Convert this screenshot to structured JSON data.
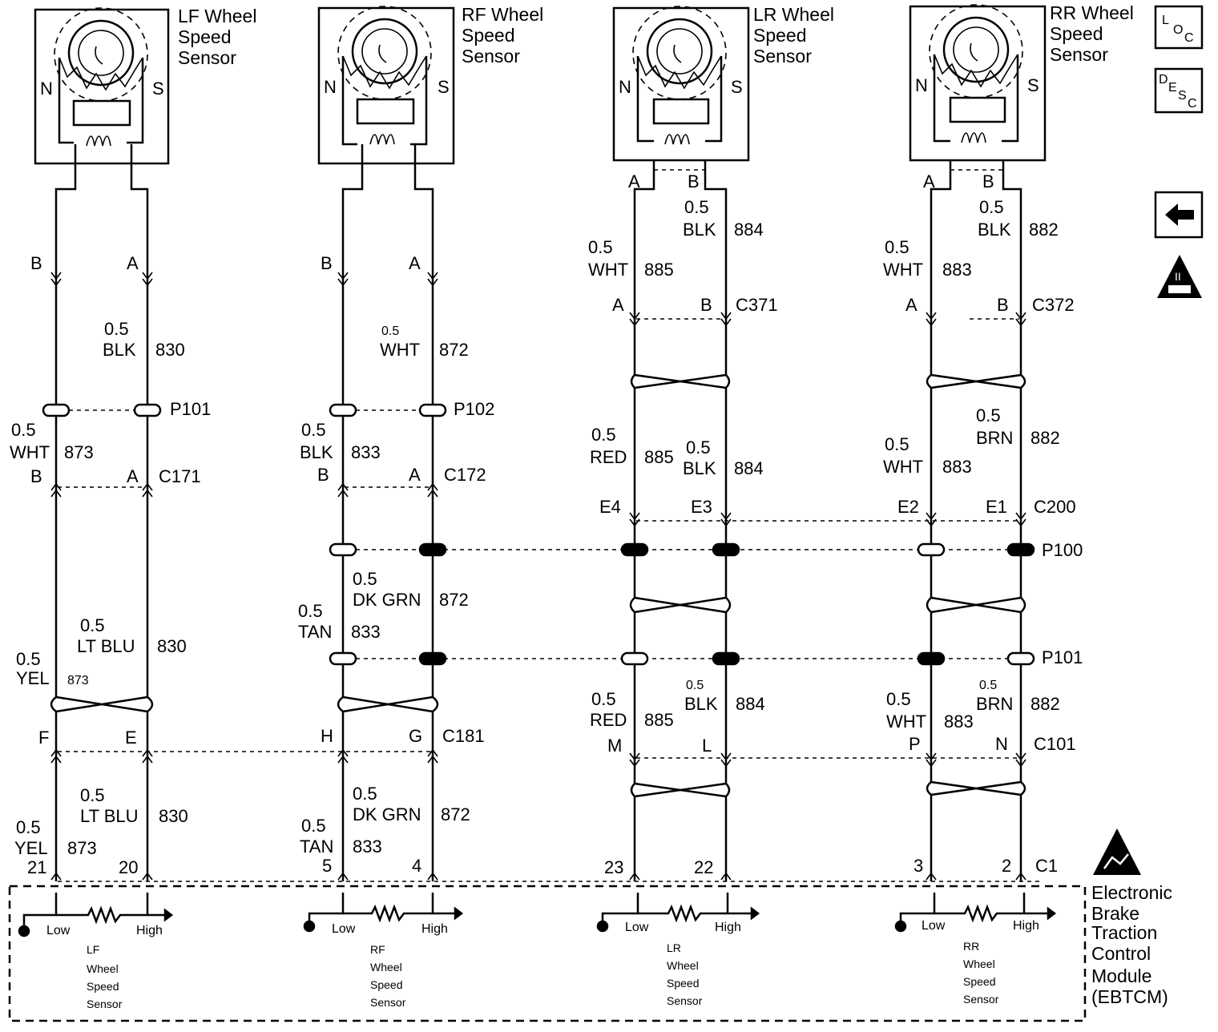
{
  "sensors": {
    "lf": [
      "LF Wheel",
      "Speed",
      "Sensor"
    ],
    "rf": [
      "RF Wheel",
      "Speed",
      "Sensor"
    ],
    "lr": [
      "LR Wheel",
      "Speed",
      "Sensor"
    ],
    "rr": [
      "RR Wheel",
      "Speed",
      "Sensor"
    ],
    "pole_n": "N",
    "pole_s": "S"
  },
  "side_icons": {
    "loc": [
      "L",
      "O",
      "C"
    ],
    "desc": [
      "D",
      "E",
      "S",
      "C"
    ],
    "back_arrow": "arrow-left-icon",
    "warning": "II"
  },
  "lf": {
    "pin_b": "B",
    "pin_a": "A",
    "w1_gauge": "0.5",
    "w1_color": "BLK",
    "w1_circuit": "830",
    "p101": "P101",
    "w2_gauge": "0.5",
    "w2_color": "WHT",
    "w2_circuit": "873",
    "c171_b": "B",
    "c171_a": "A",
    "c171": "C171",
    "w3_gauge": "0.5",
    "w3_color": "LT BLU",
    "w3_circuit": "830",
    "w4_gauge": "0.5",
    "w4_color": "YEL",
    "w4_circuit": "873",
    "c181_f": "F",
    "c181_e": "E",
    "w5_gauge": "0.5",
    "w5_color": "LT BLU",
    "w5_circuit": "830",
    "w6_gauge": "0.5",
    "w6_color": "YEL",
    "w6_circuit": "873",
    "pin21": "21",
    "pin20": "20"
  },
  "rf": {
    "pin_b": "B",
    "pin_a": "A",
    "w1_gauge": "0.5",
    "w1_color": "WHT",
    "w1_circuit": "872",
    "p102": "P102",
    "w2_gauge": "0.5",
    "w2_color": "BLK",
    "w2_circuit": "833",
    "c172_b": "B",
    "c172_a": "A",
    "c172": "C172",
    "w3_gauge": "0.5",
    "w3_color": "DK GRN",
    "w3_circuit": "872",
    "w4_gauge": "0.5",
    "w4_color": "TAN",
    "w4_circuit": "833",
    "c181_h": "H",
    "c181_g": "G",
    "c181": "C181",
    "w5_gauge": "0.5",
    "w5_color": "DK GRN",
    "w5_circuit": "872",
    "w6_gauge": "0.5",
    "w6_color": "TAN",
    "w6_circuit": "833",
    "pin5": "5",
    "pin4": "4"
  },
  "lr": {
    "pin_a": "A",
    "pin_b": "B",
    "w1_gauge": "0.5",
    "w1_color": "BLK",
    "w1_circuit": "884",
    "w2_gauge": "0.5",
    "w2_color": "WHT",
    "w2_circuit": "885",
    "c371_a": "A",
    "c371_b": "B",
    "c371": "C371",
    "w3_gauge": "0.5",
    "w3_color": "RED",
    "w3_circuit": "885",
    "w4_gauge": "0.5",
    "w4_color": "BLK",
    "w4_circuit": "884",
    "c200_e4": "E4",
    "c200_e3": "E3",
    "w5_gauge": "0.5",
    "w5_color": "RED",
    "w5_circuit": "885",
    "w6_gauge": "0.5",
    "w6_color": "BLK",
    "w6_circuit": "884",
    "c101_m": "M",
    "c101_l": "L",
    "pin23": "23",
    "pin22": "22"
  },
  "rr": {
    "pin_a": "A",
    "pin_b": "B",
    "w1_gauge": "0.5",
    "w1_color": "BLK",
    "w1_circuit": "882",
    "w2_gauge": "0.5",
    "w2_color": "WHT",
    "w2_circuit": "883",
    "c372_a": "A",
    "c372_b": "B",
    "c372": "C372",
    "w3_gauge": "0.5",
    "w3_color": "BRN",
    "w3_circuit": "882",
    "w4_gauge": "0.5",
    "w4_color": "WHT",
    "w4_circuit": "883",
    "c200_e2": "E2",
    "c200_e1": "E1",
    "c200": "C200",
    "p100": "P100",
    "p101": "P101",
    "w5_gauge": "0.5",
    "w5_color": "WHT",
    "w5_circuit": "883",
    "w6_gauge": "0.5",
    "w6_color": "BRN",
    "w6_circuit": "882",
    "c101_p": "P",
    "c101_n": "N",
    "c101": "C101",
    "pin3": "3",
    "pin2": "2",
    "c1": "C1"
  },
  "module": {
    "name": [
      "Electronic",
      "Brake",
      "Traction",
      "Control",
      "Module",
      "(EBTCM)"
    ],
    "low": "Low",
    "high": "High",
    "lf_label": [
      "LF",
      "Wheel",
      "Speed",
      "Sensor"
    ],
    "rf_label": [
      "RF",
      "Wheel",
      "Speed",
      "Sensor"
    ],
    "lr_label": [
      "LR",
      "Wheel",
      "Speed",
      "Sensor"
    ],
    "rr_label": [
      "RR",
      "Wheel",
      "Speed",
      "Sensor"
    ]
  }
}
